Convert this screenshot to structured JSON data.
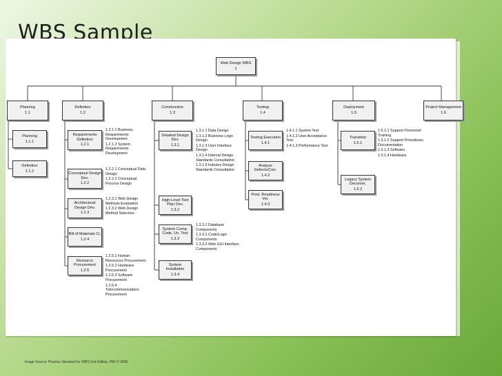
{
  "title": "WBS Sample",
  "source": "Image Source: Practice Standard for WBS 2nd Edition, PMI © 2006",
  "root": {
    "label": "Web Design WBS",
    "num": "1"
  },
  "top": [
    {
      "label": "Planning",
      "num": "1.1"
    },
    {
      "label": "Definition",
      "num": "1.2"
    },
    {
      "label": "Construction",
      "num": "1.3"
    },
    {
      "label": "Testing",
      "num": "1.4"
    },
    {
      "label": "Deployment",
      "num": "1.5"
    },
    {
      "label": "Project Management",
      "num": "1.6"
    }
  ],
  "planning": [
    {
      "label": "Planning",
      "num": "1.1.1"
    },
    {
      "label": "Definition",
      "num": "1.1.2"
    }
  ],
  "definition": [
    {
      "label": "Requirements Definition",
      "num": "1.2.1"
    },
    {
      "label": "Conceptual Design Dev.",
      "num": "1.2.2"
    },
    {
      "label": "Architectural Design Dev.",
      "num": "1.2.3"
    },
    {
      "label": "Bill of Materials Cr.",
      "num": "1.2.4"
    },
    {
      "label": "Resource Procurement",
      "num": "1.2.5"
    }
  ],
  "construction": [
    {
      "label": "Detailed Design Dev.",
      "num": "1.3.1"
    },
    {
      "label": "High-Level Test Plan Dev.",
      "num": "1.3.2"
    },
    {
      "label": "System Comp. Code, Un. Test",
      "num": "1.3.3"
    },
    {
      "label": "System Installation",
      "num": "1.3.4"
    }
  ],
  "testing": [
    {
      "label": "Testing Execution",
      "num": "1.4.1"
    },
    {
      "label": "Analyze Defects/Corr.",
      "num": "1.4.2"
    },
    {
      "label": "Prod. Readiness Ver.",
      "num": "1.4.3"
    }
  ],
  "deployment": [
    {
      "label": "Transition",
      "num": "1.5.1"
    },
    {
      "label": "Legacy System Decomm.",
      "num": "1.5.2"
    }
  ],
  "notes": {
    "n121": [
      "1.2.1.1 Business Requirements Development",
      "1.2.1.2 System Requirements Development"
    ],
    "n122": [
      "1.2.2.1 Conceptual Data Design",
      "1.2.2.2 Conceptual Process Design"
    ],
    "n123": [
      "1.2.3.1 Web Design Methods Evaluation",
      "1.2.3.2 Web Design Method Selection"
    ],
    "n125": [
      "1.2.5.1 Human Resources Procurement",
      "1.2.5.2 Hardware Procurement",
      "1.2.5.3 Software Procurement",
      "1.2.5.4 Telecommunications Procurement"
    ],
    "n131": [
      "1.3.1.1 Data Design",
      "1.3.1.2 Business Logic Design",
      "1.3.1.3 User Interface Design",
      "1.3.1.4 Internal Design Standards Consultation",
      "1.3.1.5 Industry Design Standards Consultation"
    ],
    "n133": [
      "1.3.3.1 Database Components",
      "1.3.3.2 Code/Logic Components",
      "1.3.3.3 Web GUI Interface Components"
    ],
    "n141": [
      "1.4.1.1 System Test",
      "1.4.1.2 User Acceptance Test",
      "1.4.1.3 Performance Test"
    ],
    "n151": [
      "1.5.1.1 Support Personnel Training",
      "1.5.1.2 Support Procedures Documentation",
      "1.5.1.3 Software",
      "1.5.1.4 Hardware"
    ]
  }
}
